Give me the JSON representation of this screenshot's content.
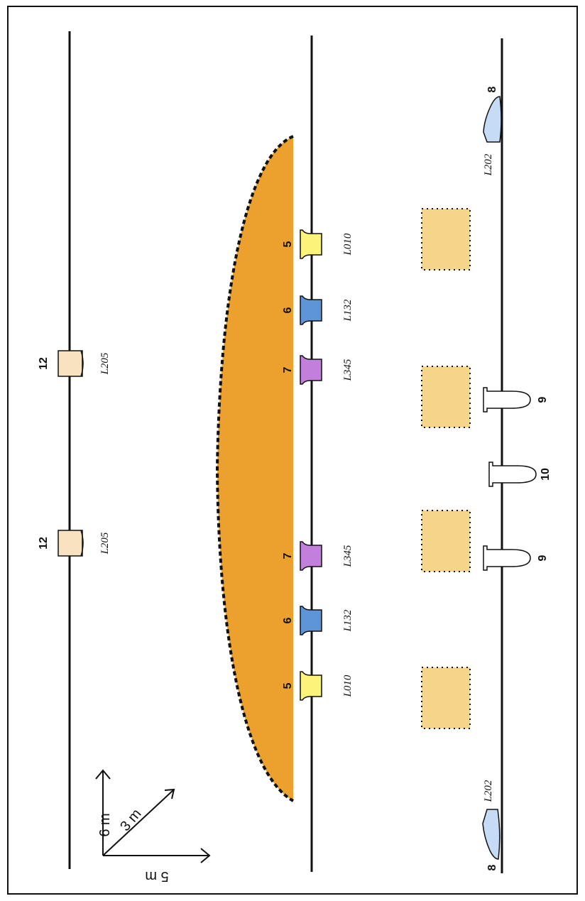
{
  "colors": {
    "lamp_L010": "#fbf37a",
    "lamp_L132": "#5d95d8",
    "lamp_L345": "#c27fdc",
    "lamp_L205": "#f8e2bf",
    "lamp_L202": "#c6dbf5",
    "lamp_white": "#ffffff",
    "spill": "#eca02e",
    "patch": "#f5d58a"
  },
  "fixtures": [
    {
      "num": "12",
      "label": "L205"
    },
    {
      "num": "12",
      "label": "L205"
    },
    {
      "num": "5",
      "label": "L010"
    },
    {
      "num": "6",
      "label": "L132"
    },
    {
      "num": "7",
      "label": "L345"
    },
    {
      "num": "7",
      "label": "L345"
    },
    {
      "num": "6",
      "label": "L132"
    },
    {
      "num": "5",
      "label": "L010"
    },
    {
      "num": "8",
      "label": "L202"
    },
    {
      "num": "8",
      "label": "L202"
    },
    {
      "num": "9",
      "label": ""
    },
    {
      "num": "10",
      "label": ""
    },
    {
      "num": "9",
      "label": ""
    }
  ],
  "scale": {
    "v": "6 m",
    "d": "3 m",
    "h": "5 m"
  }
}
